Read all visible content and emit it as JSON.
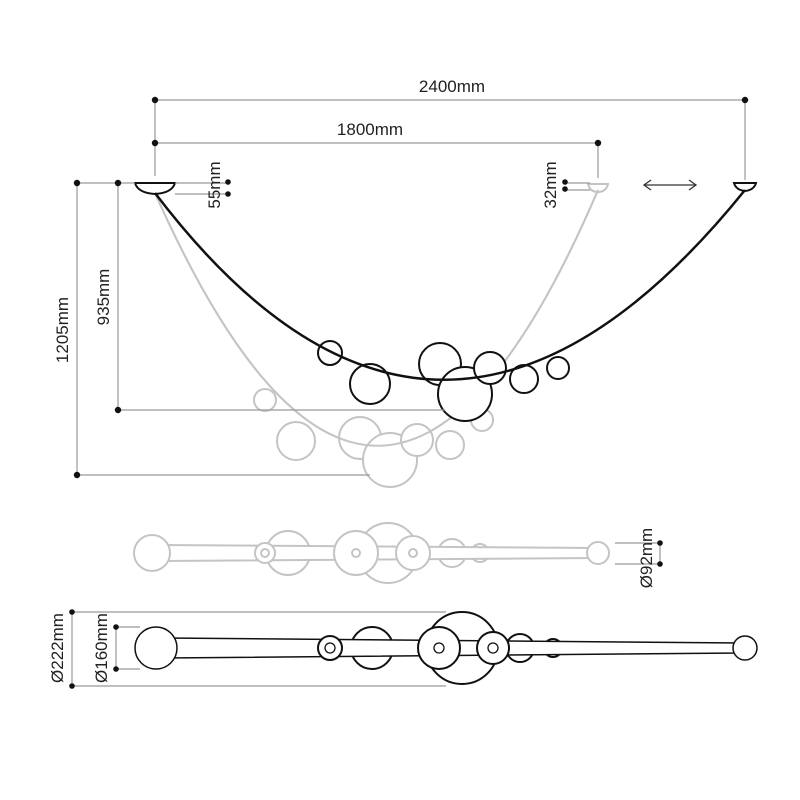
{
  "dimensions": {
    "total_width": "2400mm",
    "inner_width": "1800mm",
    "canopy_height_large": "55mm",
    "canopy_height_small": "32mm",
    "max_drop": "1205mm",
    "min_drop": "935mm",
    "small_diameter": "Ø92mm",
    "large_diameter_outer": "Ø222mm",
    "large_diameter_inner": "Ø160mm"
  },
  "colors": {
    "line": "#111111",
    "ghost": "#c4c4c4",
    "dimension": "#999999"
  }
}
